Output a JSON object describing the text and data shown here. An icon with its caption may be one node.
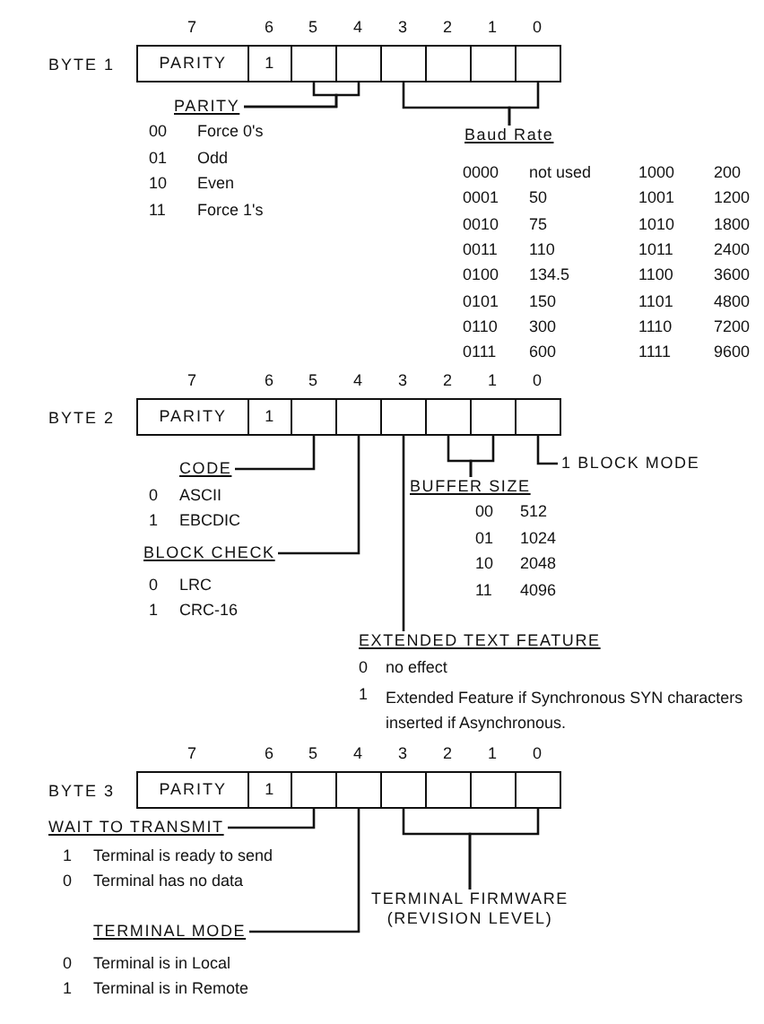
{
  "diagram": {
    "nodes": [
      {
        "text": [
          "PARITY"
        ],
        "beside": [
          "7"
        ]
      },
      {
        "text": [
          "1"
        ],
        "beside": [
          "6"
        ]
      },
      {
        "text": [],
        "shape": "box",
        "beside": [
          "5"
        ]
      },
      {
        "text": [],
        "shape": "box",
        "beside": [
          "4"
        ]
      },
      {
        "text": [],
        "shape": "box",
        "beside": [
          "3"
        ]
      },
      {
        "text": [],
        "shape": "box",
        "beside": [
          "2"
        ]
      },
      {
        "text": [],
        "shape": "box",
        "beside": [
          "1"
        ]
      },
      {
        "text": [],
        "shape": "box",
        "beside": [
          "0"
        ]
      },
      {
        "text": [
          "PARITY"
        ]
      },
      {
        "text": [
          "Baud Rate"
        ]
      },
      {
        "text": [
          "PARITY"
        ],
        "beside": [
          "7"
        ]
      },
      {
        "text": [
          "1"
        ],
        "beside": [
          "6"
        ]
      },
      {
        "text": [],
        "shape": "box",
        "beside": [
          "5"
        ]
      },
      {
        "text": [],
        "shape": "box",
        "beside": [
          "4"
        ]
      },
      {
        "text": [],
        "shape": "box",
        "beside": [
          "3"
        ]
      },
      {
        "text": [],
        "shape": "box",
        "beside": [
          "2"
        ]
      },
      {
        "text": [],
        "shape": "box",
        "beside": [
          "1"
        ]
      },
      {
        "text": [],
        "shape": "box",
        "beside": [
          "0"
        ]
      },
      {
        "text": [
          "CODE"
        ]
      },
      {
        "text": [
          "1 BLOCK MODE"
        ]
      },
      {
        "text": [
          "BUFFER SIZE"
        ]
      },
      {
        "text": [
          "BLOCK CHECK"
        ]
      },
      {
        "text": [
          "EXTENDED TEXT FEATURE"
        ]
      },
      {
        "text": [
          "PARITY"
        ],
        "beside": [
          "7"
        ]
      },
      {
        "text": [
          "1"
        ],
        "beside": [
          "6"
        ]
      },
      {
        "text": [],
        "shape": "box",
        "beside": [
          "5"
        ]
      },
      {
        "text": [],
        "shape": "box",
        "beside": [
          "4"
        ]
      },
      {
        "text": [],
        "shape": "box",
        "beside": [
          "3"
        ]
      },
      {
        "text": [],
        "shape": "box",
        "beside": [
          "2"
        ]
      },
      {
        "text": [],
        "shape": "box",
        "beside": [
          "1"
        ]
      },
      {
        "text": [],
        "shape": "box",
        "beside": [
          "0"
        ]
      },
      {
        "text": [
          "WAIT TO TRANSMIT"
        ]
      },
      {
        "text": [
          "TERMINAL MODE"
        ]
      },
      {
        "text": [
          "TERMINAL FIRMWARE (REVISION LEVEL)"
        ]
      }
    ],
    "edges": [
      {
        "from": 8,
        "to": 2,
        "arrow": "none"
      },
      {
        "from": 8,
        "to": 3,
        "arrow": "none"
      },
      {
        "from": 9,
        "to": 4,
        "arrow": "none"
      },
      {
        "from": 9,
        "to": 7,
        "arrow": "none"
      },
      {
        "from": 18,
        "to": 12,
        "arrow": "none"
      },
      {
        "from": 19,
        "to": 17,
        "arrow": "none"
      },
      {
        "from": 20,
        "to": 15,
        "arrow": "none"
      },
      {
        "from": 20,
        "to": 16,
        "arrow": "none"
      },
      {
        "from": 21,
        "to": 13,
        "arrow": "none"
      },
      {
        "from": 22,
        "to": 14,
        "arrow": "none"
      },
      {
        "from": 31,
        "to": 25,
        "arrow": "none"
      },
      {
        "from": 32,
        "to": 26,
        "arrow": "none"
      },
      {
        "from": 33,
        "to": 27,
        "arrow": "none"
      },
      {
        "from": 33,
        "to": 30,
        "arrow": "none"
      }
    ],
    "labels": [
      "BYTE 1",
      "00",
      "Force 0's",
      "01",
      "Odd",
      "10",
      "Even",
      "11",
      "Force 1's",
      "0000",
      "not used",
      "1000",
      "200",
      "0001",
      "50",
      "1001",
      "1200",
      "0010",
      "75",
      "1010",
      "1800",
      "0011",
      "110",
      "1011",
      "2400",
      "0100",
      "134.5",
      "1100",
      "3600",
      "0101",
      "150",
      "1101",
      "4800",
      "0110",
      "300",
      "1110",
      "7200",
      "0111",
      "600",
      "1111",
      "9600",
      "BYTE 2",
      "0",
      "ASCII",
      "1",
      "EBCDIC",
      "00",
      "512",
      "01",
      "1024",
      "10",
      "2048",
      "11",
      "4096",
      "0",
      "LRC",
      "1",
      "CRC-16",
      "0",
      "no effect",
      "1",
      "Extended Feature if Synchronous SYN characters inserted if Asynchronous.",
      "BYTE 3",
      "1",
      "Terminal is ready to send",
      "0",
      "Terminal has no data",
      "0",
      "Terminal is in Local",
      "1",
      "Terminal is in Remote"
    ]
  }
}
